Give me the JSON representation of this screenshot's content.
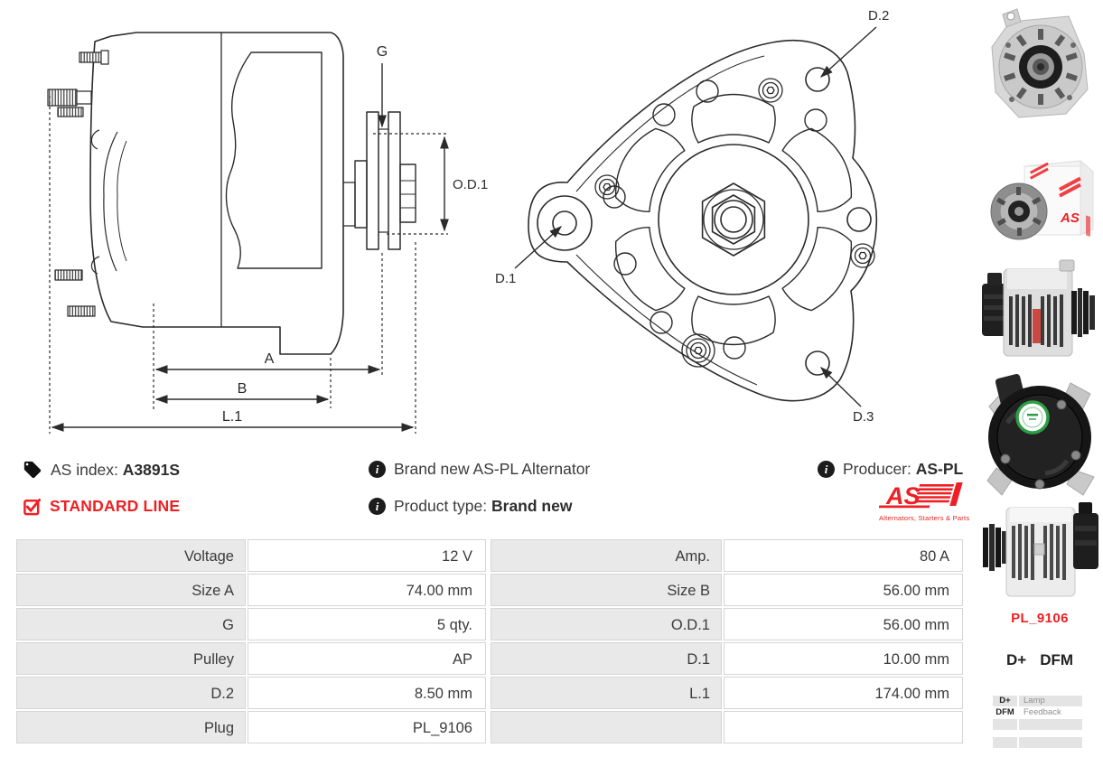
{
  "drawings": {
    "side_view": {
      "g": "G",
      "od1": "O.D.1",
      "a": "A",
      "b": "B",
      "l1": "L.1"
    },
    "front_view": {
      "d1": "D.1",
      "d2": "D.2",
      "d3": "D.3"
    }
  },
  "info_bar": {
    "as_index": {
      "label": "AS index:",
      "value": "A3891S"
    },
    "standard_line": "STANDARD LINE",
    "brand": "Brand new AS-PL Alternator",
    "product_type": {
      "label": "Product type:",
      "value": "Brand new"
    },
    "producer": {
      "label": "Producer:",
      "value": "AS-PL"
    },
    "logo": {
      "text": "AS",
      "tagline": "Alternators, Starters & Parts"
    }
  },
  "spec_table": {
    "rows": [
      {
        "label1": "Voltage",
        "value1": "12 V",
        "label2": "Amp.",
        "value2": "80 A"
      },
      {
        "label1": "Size A",
        "value1": "74.00 mm",
        "label2": "Size B",
        "value2": "56.00 mm"
      },
      {
        "label1": "G",
        "value1": "5 qty.",
        "label2": "O.D.1",
        "value2": "56.00 mm"
      },
      {
        "label1": "Pulley",
        "value1": "AP",
        "label2": "D.1",
        "value2": "10.00 mm"
      },
      {
        "label1": "D.2",
        "value1": "8.50 mm",
        "label2": "L.1",
        "value2": "174.00 mm"
      },
      {
        "label1": "Plug",
        "value1": "PL_9106",
        "label2": "",
        "value2": ""
      }
    ]
  },
  "sidebar": {
    "plug_code": "PL_9106",
    "terminal_1": "D+",
    "terminal_2": "DFM",
    "legend": [
      {
        "term": "D+",
        "desc": "Lamp"
      },
      {
        "term": "DFM",
        "desc": "Feedback"
      }
    ]
  },
  "colors": {
    "accent_red": "#EE2024",
    "table_gray": "#e9e9e9",
    "line_dark": "#2b2b2b"
  }
}
